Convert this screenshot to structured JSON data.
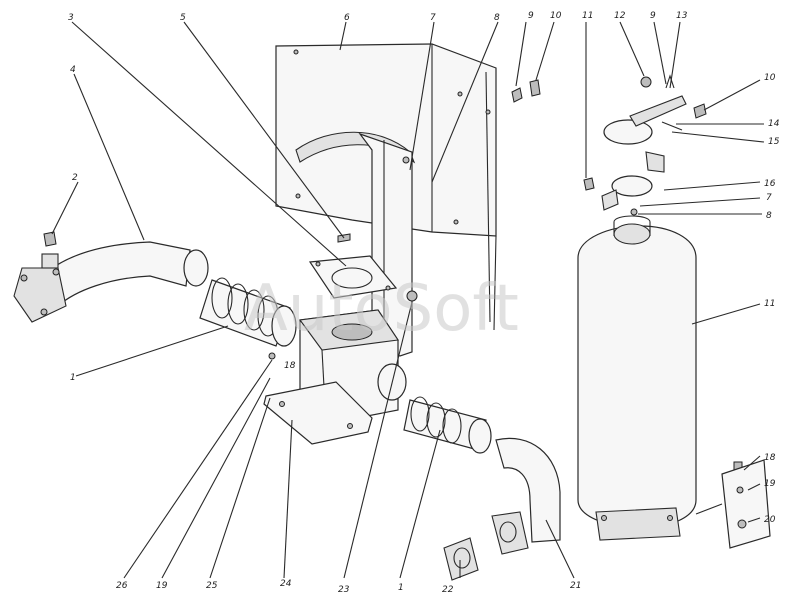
{
  "watermark": "AutoSoft",
  "callouts": [
    {
      "id": "c3",
      "text": "3"
    },
    {
      "id": "c4",
      "text": "4"
    },
    {
      "id": "c5",
      "text": "5"
    },
    {
      "id": "c6",
      "text": "6"
    },
    {
      "id": "c7a",
      "text": "7"
    },
    {
      "id": "c8a",
      "text": "8"
    },
    {
      "id": "c9a",
      "text": "9"
    },
    {
      "id": "c10a",
      "text": "10"
    },
    {
      "id": "c11a",
      "text": "11"
    },
    {
      "id": "c12",
      "text": "12"
    },
    {
      "id": "c9b",
      "text": "9"
    },
    {
      "id": "c13",
      "text": "13"
    },
    {
      "id": "c10b",
      "text": "10"
    },
    {
      "id": "c14",
      "text": "14"
    },
    {
      "id": "c15",
      "text": "15"
    },
    {
      "id": "c16",
      "text": "16"
    },
    {
      "id": "c7b",
      "text": "7"
    },
    {
      "id": "c8b",
      "text": "8"
    },
    {
      "id": "c2",
      "text": "2"
    },
    {
      "id": "c1a",
      "text": "1"
    },
    {
      "id": "c11b",
      "text": "11"
    },
    {
      "id": "c18a",
      "text": "18"
    },
    {
      "id": "c19a",
      "text": "19"
    },
    {
      "id": "c20",
      "text": "20"
    },
    {
      "id": "c26",
      "text": "26"
    },
    {
      "id": "c19b",
      "text": "19"
    },
    {
      "id": "c25",
      "text": "25"
    },
    {
      "id": "c24",
      "text": "24"
    },
    {
      "id": "c23",
      "text": "23"
    },
    {
      "id": "c1b",
      "text": "1"
    },
    {
      "id": "c22",
      "text": "22"
    },
    {
      "id": "c21",
      "text": "21"
    },
    {
      "id": "c18b",
      "text": "18"
    }
  ]
}
